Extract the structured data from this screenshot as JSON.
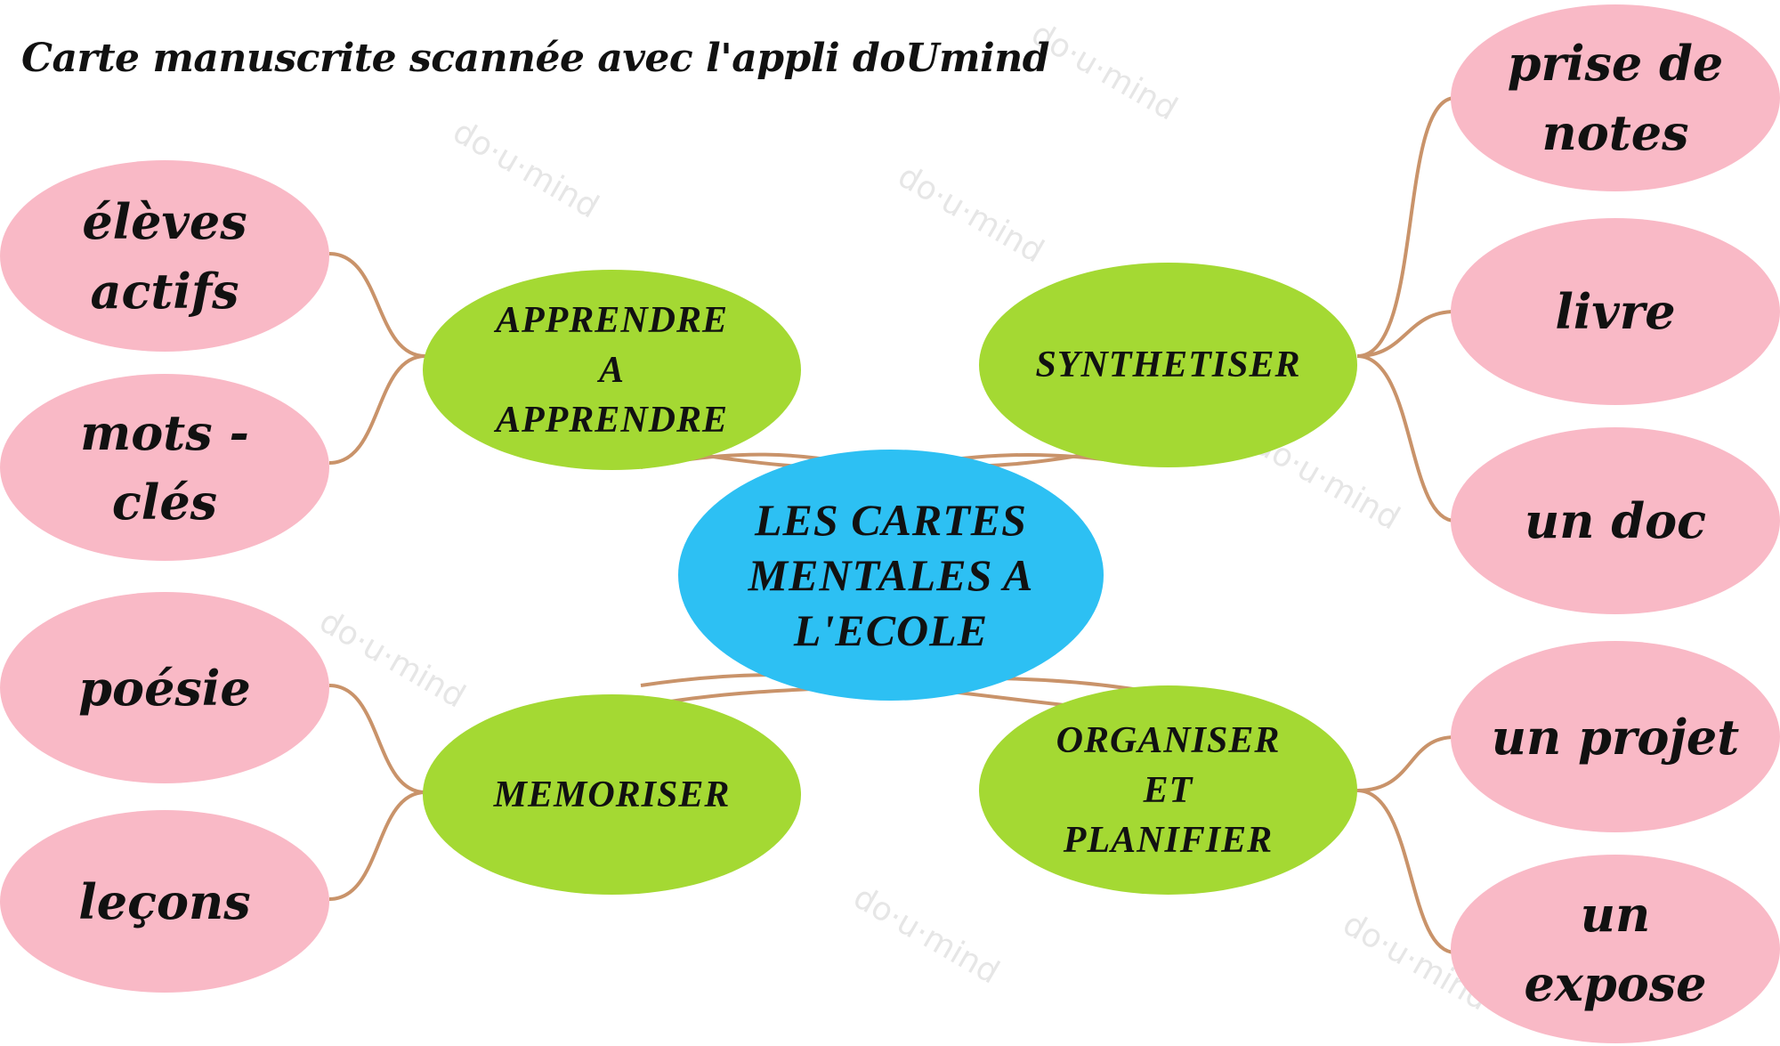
{
  "caption": "Carte manuscrite scannée avec l'appli doUmind",
  "watermark": "do·u·mind",
  "colors": {
    "center": "#2dc0f3",
    "branch": "#a4d933",
    "leaf": "#f9b9c6",
    "connector": "#c9936a"
  },
  "center": {
    "label": "LES CARTES\nMENTALES A\nL'ECOLE"
  },
  "branches": [
    {
      "label": "APPRENDRE\nA\nAPPRENDRE",
      "leaves": [
        "élèves\nactifs",
        "mots -\nclés"
      ]
    },
    {
      "label": "SYNTHETISER",
      "leaves": [
        "prise de\nnotes",
        "livre",
        "un doc"
      ]
    },
    {
      "label": "MEMORISER",
      "leaves": [
        "poésie",
        "leçons"
      ]
    },
    {
      "label": "ORGANISER\nET\nPLANIFIER",
      "leaves": [
        "un projet",
        "un\nexpose"
      ]
    }
  ]
}
